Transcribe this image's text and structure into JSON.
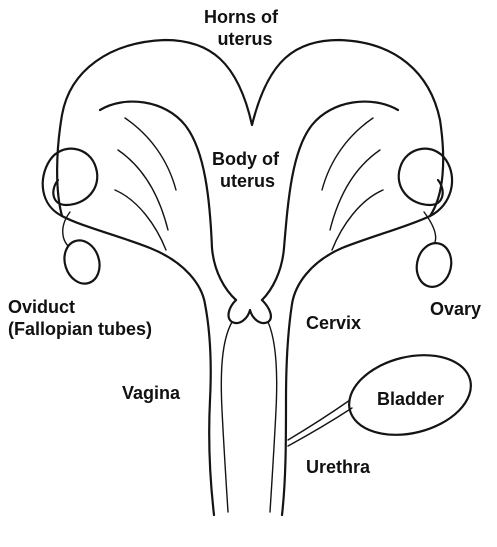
{
  "labels": {
    "horns_of_uterus": [
      "Horns of",
      "uterus"
    ],
    "body_of_uterus": [
      "Body of",
      "uterus"
    ],
    "oviduct": [
      "Oviduct",
      "(Fallopian tubes)"
    ],
    "cervix": "Cervix",
    "ovary": "Ovary",
    "vagina": "Vagina",
    "bladder": "Bladder",
    "urethra": "Urethra"
  },
  "colors": {
    "ink": "#141414",
    "background": "#ffffff"
  }
}
